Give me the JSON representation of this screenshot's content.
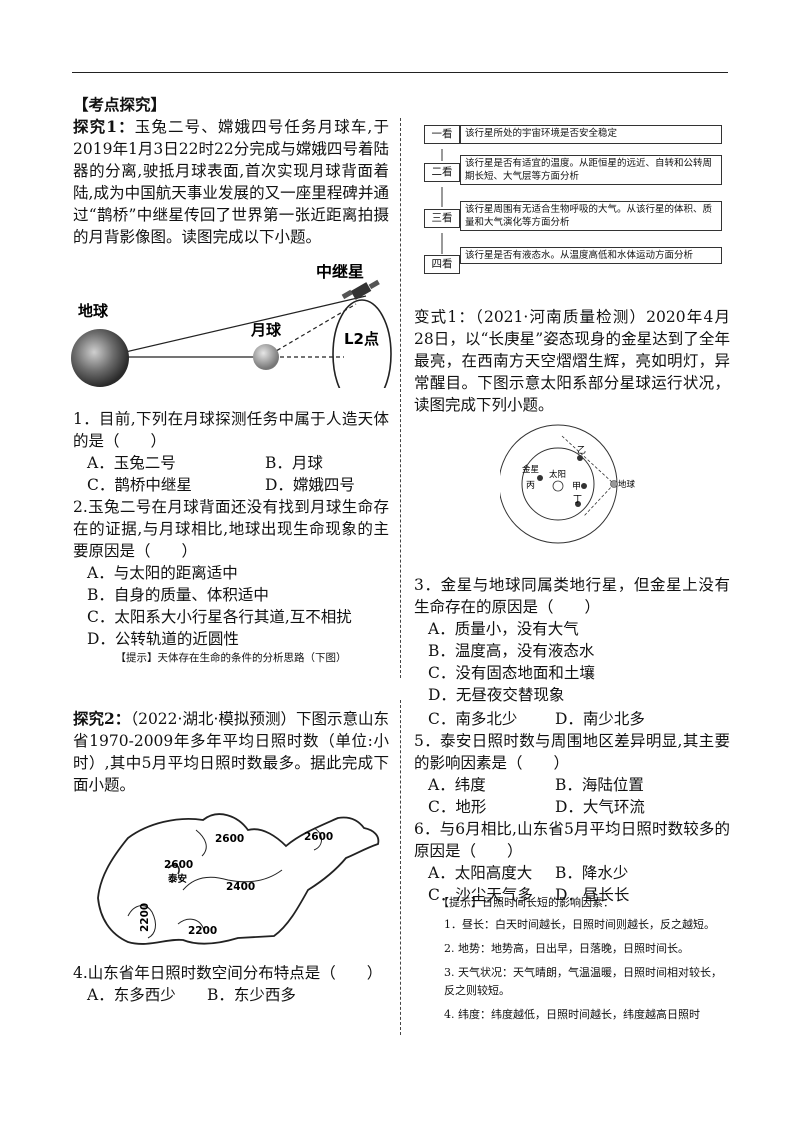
{
  "header": "【考点探究】",
  "q1": {
    "label": "探究1：",
    "intro": "玉兔二号、嫦娥四号任务月球车,于2019年1月3日22时22分完成与嫦娥四号着陆器的分离,驶抵月球表面,首次实现月球背面着陆,成为中国航天事业发展的又一座里程碑并通过“鹊桥”中继星传回了世界第一张近距离拍摄的月背影像图。读图完成以下小题。",
    "diagram": {
      "earth": "地球",
      "moon": "月球",
      "relay": "中继星",
      "l2": "L2点"
    },
    "q1_text": "1．目前,下列在月球探测任务中属于人造天体的是（　　）",
    "q1_opts": [
      "A．玉兔二号",
      "B．月球",
      "C．鹊桥中继星",
      "D．嫦娥四号"
    ],
    "q2_text": "2.玉兔二号在月球背面还没有找到月球生命存在的证据,与月球相比,地球出现生命现象的主要原因是（　　）",
    "q2_opts": [
      "A．与太阳的距离适中",
      "B．自身的质量、体积适中",
      "C．太阳系大小行星各行其道,互不相扰",
      "D．公转轨道的近圆性"
    ],
    "hint": "【提示】天体存在生命的条件的分析思路（下图）"
  },
  "flow": [
    {
      "label": "一看",
      "text": "该行星所处的宇宙环境是否安全稳定"
    },
    {
      "label": "二看",
      "text": "该行星是否有适宜的温度。从距恒星的远近、自转和公转周期长短、大气层等方面分析"
    },
    {
      "label": "三看",
      "text": "该行星周围有无适合生物呼吸的大气。从该行星的体积、质量和大气演化等方面分析"
    },
    {
      "label": "四看",
      "text": "该行星是否有液态水。从温度高低和水体运动方面分析"
    }
  ],
  "v1": {
    "intro": "变式1：（2021·河南质量检测）2020年4月28日，以“长庚星”姿态现身的金星达到了全年最亮，在西南方天空熠熠生辉，亮如明灯，异常醒目。下图示意太阳系部分星球运行状况，读图完成下列小题。",
    "diagram": {
      "venus": "金星",
      "sun": "太阳",
      "earth": "地球",
      "yi": "乙",
      "jia": "甲",
      "bing": "丙",
      "ding": "丁"
    },
    "q3_text": "3．金星与地球同属类地行星，但金星上没有生命存在的原因是（　　）",
    "q3_opts": [
      "A．质量小，没有大气",
      "B．温度高，没有液态水",
      "C．没有固态地面和土壤",
      "D．无昼夜交替现象"
    ]
  },
  "q2": {
    "label": "探究2：",
    "intro": "（2022·湖北·模拟预测）下图示意山东省1970-2009年多年平均日照时数（单位:小时）,其中5月平均日照时数最多。据此完成下面小题。",
    "map": {
      "c1": "2600",
      "c2": "2600",
      "c3": "2600",
      "c4": "2400",
      "c5": "2200",
      "c6": "2200",
      "city": "泰安"
    },
    "q4_text": "4.山东省年日照时数空间分布特点是（　　）",
    "q4_opts": [
      "A．东多西少",
      "B．东少西多"
    ]
  },
  "right2": {
    "q4_cont": [
      "C．南多北少",
      "D．南少北多"
    ],
    "q5_text": "5．泰安日照时数与周围地区差异明显,其主要的影响因素是（　　）",
    "q5_opts": [
      "A．纬度",
      "B．海陆位置",
      "C．地形",
      "D．大气环流"
    ],
    "q6_text": "6．与6月相比,山东省5月平均日照时数较多的原因是（　　）",
    "q6_opts": [
      "A．太阳高度大",
      "B．降水少",
      "C．沙尘天气多",
      "D．昼长长"
    ],
    "tip_title": "【提示】日照时间长短的影响因素：",
    "tips": [
      "1．昼长：白天时间越长，日照时间则越长，反之越短。",
      "2. 地势：地势高，日出早，日落晚，日照时间长。",
      "3. 天气状况：天气晴朗，气温温暖，日照时间相对较长，反之则较短。",
      "4. 纬度：纬度越低，日照时间越长，纬度越高日照时"
    ]
  }
}
